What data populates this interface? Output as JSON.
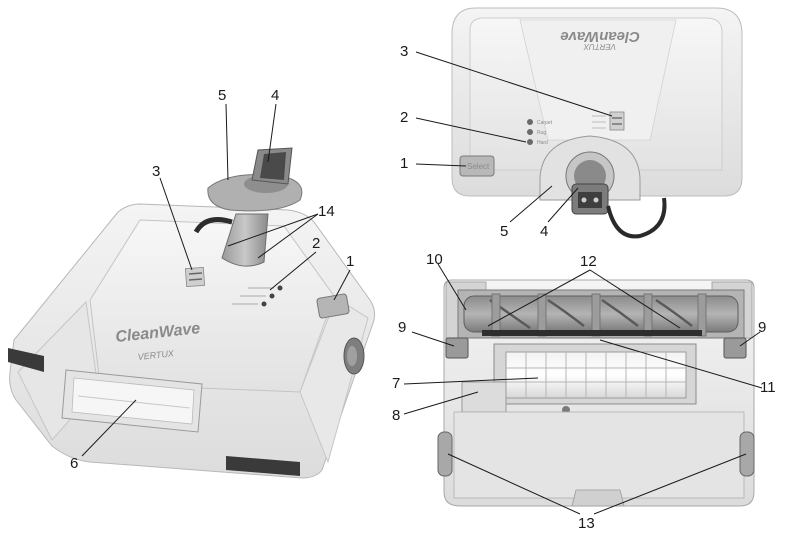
{
  "brand": {
    "name": "CleanWave",
    "maker": "VERTUX"
  },
  "controls": {
    "select_label": "Select",
    "modes": [
      "Carpet",
      "Rug",
      "Hard"
    ]
  },
  "callouts": {
    "n1": "1",
    "n2": "2",
    "n3": "3",
    "n4": "4",
    "n5": "5",
    "n6": "6",
    "n7": "7",
    "n8": "8",
    "n9": "9",
    "n10": "10",
    "n11": "11",
    "n12": "12",
    "n13": "13",
    "n14": "14"
  }
}
